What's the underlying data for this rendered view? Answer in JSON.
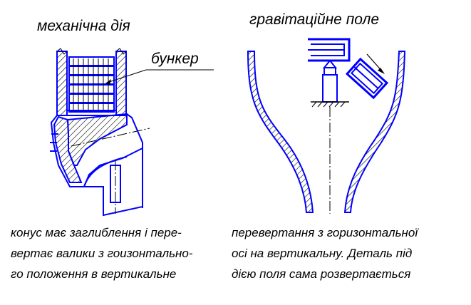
{
  "left_panel": {
    "title": "механічна дія",
    "callout": "бункер",
    "caption_lines": [
      "конус має заглиблення і пере-",
      "вертає валики з гоизонтально-",
      "го положення в вертикальне"
    ]
  },
  "right_panel": {
    "title": "гравітаційне поле",
    "caption_lines": [
      "перевертання з горизонтальної",
      "осі на вертикальну. Деталь під",
      "дією поля сама розвертається"
    ]
  },
  "colors": {
    "outline": "#0000ff",
    "hatch": "#000000",
    "text": "#000000"
  }
}
